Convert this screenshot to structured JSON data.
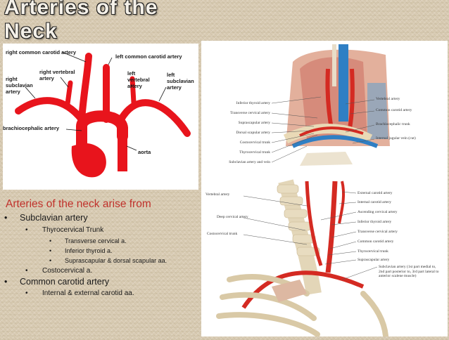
{
  "slide": {
    "title": "Arteries of the Neck",
    "heading": "Arteries of the neck arise from"
  },
  "aorta_diagram": {
    "labels": {
      "right_common_carotid": "right common carotid artery",
      "left_common_carotid": "left common carotid artery",
      "right_vertebral": "right vertebral artery",
      "right_subclavian": "right subclavian artery",
      "left_vertebral": "left vertebral artery",
      "left_subclavian": "left subclavian artery",
      "brachiocephalic": "brachiocephalic artery",
      "aorta": "aorta"
    },
    "colors": {
      "artery": "#e8141c"
    }
  },
  "anatomy_illustration": {
    "top_labels_left": [
      "Inferior thyroid artery",
      "Transverse cervical artery",
      "Suprascapular artery",
      "Dorsal scapular artery",
      "Costocervical trunk",
      "Thyrocervical trunk",
      "Subclavian artery and vein"
    ],
    "top_labels_right": [
      "Vertebral artery",
      "Common carotid artery",
      "Brachiocephalic trunk",
      "Internal jugular vein (cut)"
    ],
    "bottom_labels_left": [
      "Vertebral artery",
      "Deep cervical artery",
      "Costocervical trunk"
    ],
    "bottom_labels_right": [
      "External carotid artery",
      "Internal carotid artery",
      "Ascending cervical artery",
      "Inferior thyroid artery",
      "Transverse cervical artery",
      "Common carotid artery",
      "Thyrocervical trunk",
      "Suprascapular artery",
      "Subclavian artery (1st part medial to, 2nd part posterior to, 3rd part lateral to anterior scalene muscle)"
    ]
  },
  "outline": [
    {
      "level": 1,
      "bullet": "•",
      "text": "Subclavian artery"
    },
    {
      "level": 2,
      "bullet": "•",
      "text": "Thyrocervical Trunk"
    },
    {
      "level": 3,
      "bullet": "•",
      "text": "Transverse cervical a."
    },
    {
      "level": 3,
      "bullet": "•",
      "text": "Inferior thyroid a."
    },
    {
      "level": 3,
      "bullet": "•",
      "text": "Suprascapular & dorsal scapular aa."
    },
    {
      "level": 2,
      "bullet": "•",
      "text": "Costocervical a."
    },
    {
      "level": 1,
      "bullet": "•",
      "text": "Common carotid artery"
    },
    {
      "level": 2,
      "bullet": "•",
      "text": "Internal & external carotid aa."
    }
  ]
}
